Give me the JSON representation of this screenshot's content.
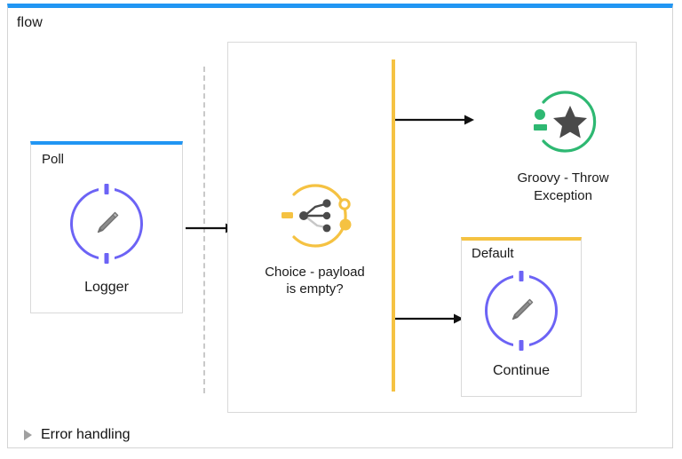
{
  "window": {
    "title": "flow",
    "accent_top_bar_color": "#2196f3",
    "border_color": "#d4d4d4"
  },
  "source_block": {
    "scope_label": "Poll",
    "scope_accent_color": "#2196f3",
    "node_name": "Logger",
    "icon": "logger-pencil-icon",
    "icon_color": "#6c63f5"
  },
  "divider": {
    "style": "dashed",
    "color": "#c9c9c9"
  },
  "choice_scope": {
    "node_name_line1": "Choice - payload",
    "node_name_line2": "is empty?",
    "icon": "choice-router-icon",
    "icon_color": "#f5c242",
    "route_bar_color": "#f5c242"
  },
  "branches": [
    {
      "node_name_line1": "Groovy - Throw",
      "node_name_line2": "Exception",
      "icon": "groovy-star-icon",
      "icon_color": "#2eb872"
    },
    {
      "scope_label": "Default",
      "scope_accent_color": "#f5c242",
      "node_name": "Continue",
      "icon": "logger-pencil-icon",
      "icon_color": "#6c63f5"
    }
  ],
  "footer": {
    "disclosure_icon": "triangle-right-icon",
    "label": "Error handling",
    "expanded": false
  }
}
